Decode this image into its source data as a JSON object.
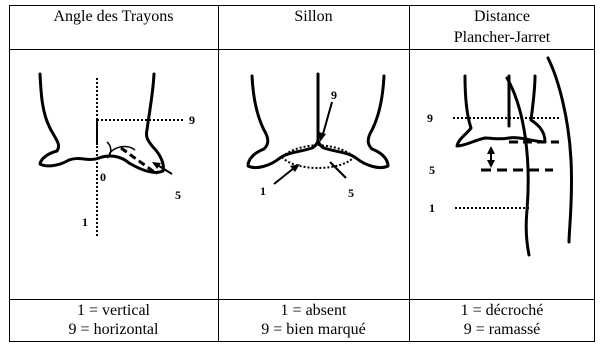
{
  "columns": [
    {
      "header": [
        "Angle des Trayons"
      ],
      "footer": [
        "1 = vertical",
        "9 = horizontal"
      ],
      "labels": {
        "nine": "9",
        "zero": "0",
        "five": "5",
        "one": "1"
      }
    },
    {
      "header": [
        "Sillon"
      ],
      "footer": [
        "1 = absent",
        "9 = bien marqué"
      ],
      "labels": {
        "nine": "9",
        "five": "5",
        "one": "1"
      }
    },
    {
      "header": [
        "Distance",
        "Plancher-Jarret"
      ],
      "footer": [
        "1 = décroché",
        "9 = ramassé"
      ],
      "labels": {
        "nine": "9",
        "five": "5",
        "one": "1"
      }
    }
  ]
}
